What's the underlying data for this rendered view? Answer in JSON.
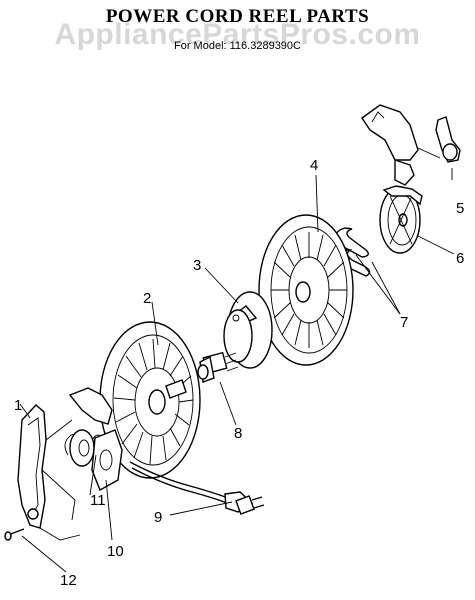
{
  "header": {
    "title": "POWER CORD REEL PARTS",
    "subtitle": "For Model: 116.3289390C",
    "watermark": "AppliancePartsPros.com"
  },
  "callouts": [
    "1",
    "2",
    "3",
    "4",
    "5",
    "6",
    "7",
    "8",
    "9",
    "10",
    "11",
    "12"
  ]
}
